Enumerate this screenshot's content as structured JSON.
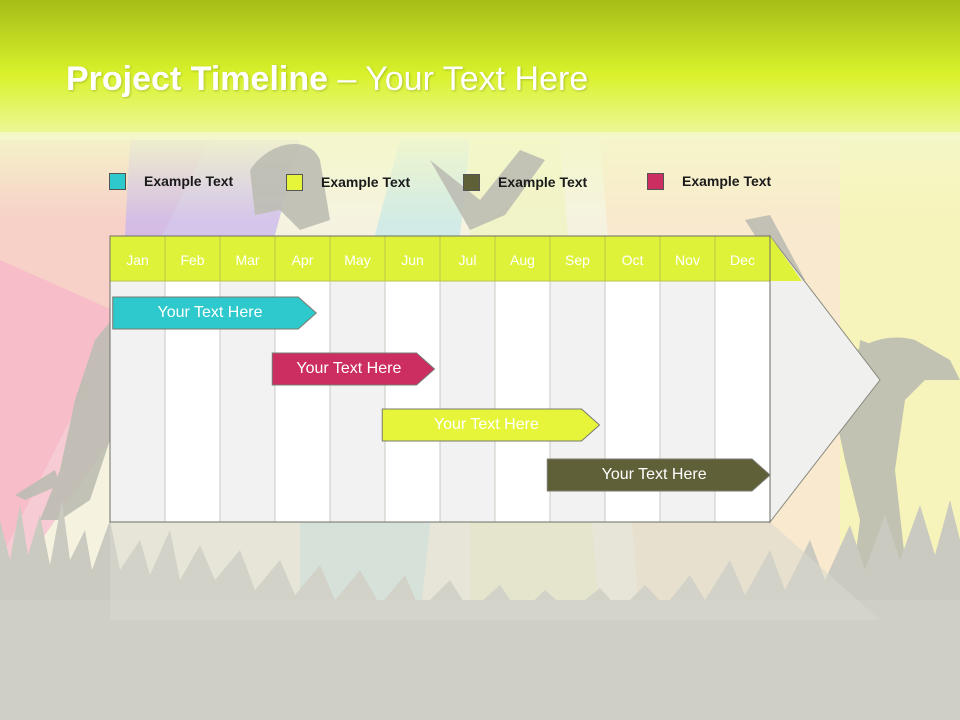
{
  "title": {
    "bold": "Project Timeline",
    "rest": " – Your Text Here"
  },
  "legend": [
    {
      "label": "Example Text",
      "color": "#2ec9cc"
    },
    {
      "label": "Example Text",
      "color": "#e6f53a"
    },
    {
      "label": "Example Text",
      "color": "#5f6038"
    },
    {
      "label": "Example Text",
      "color": "#cc2e62"
    }
  ],
  "months": [
    "Jan",
    "Feb",
    "Mar",
    "Apr",
    "May",
    "Jun",
    "Jul",
    "Aug",
    "Sep",
    "Oct",
    "Nov",
    "Dec"
  ],
  "tasks": [
    {
      "label": "Your  Text Here",
      "color": "#2ec9cc",
      "text_color": "#ffffff",
      "start_month": 0.05,
      "end_month": 3.75
    },
    {
      "label": "Your  Text Here",
      "color": "#cc2e62",
      "text_color": "#ffffff",
      "start_month": 2.95,
      "end_month": 5.9
    },
    {
      "label": "Your  Text Here",
      "color": "#e6f53a",
      "text_color": "#ffffff",
      "start_month": 4.95,
      "end_month": 8.9
    },
    {
      "label": "Your  Text Here",
      "color": "#5f6038",
      "text_color": "#ffffff",
      "start_month": 7.95,
      "end_month": 12.0
    }
  ],
  "colors": {
    "header_band": "#d8f02a",
    "month_header": "#dff23a",
    "column_light": "#f2f2f2",
    "column_white": "#ffffff"
  }
}
